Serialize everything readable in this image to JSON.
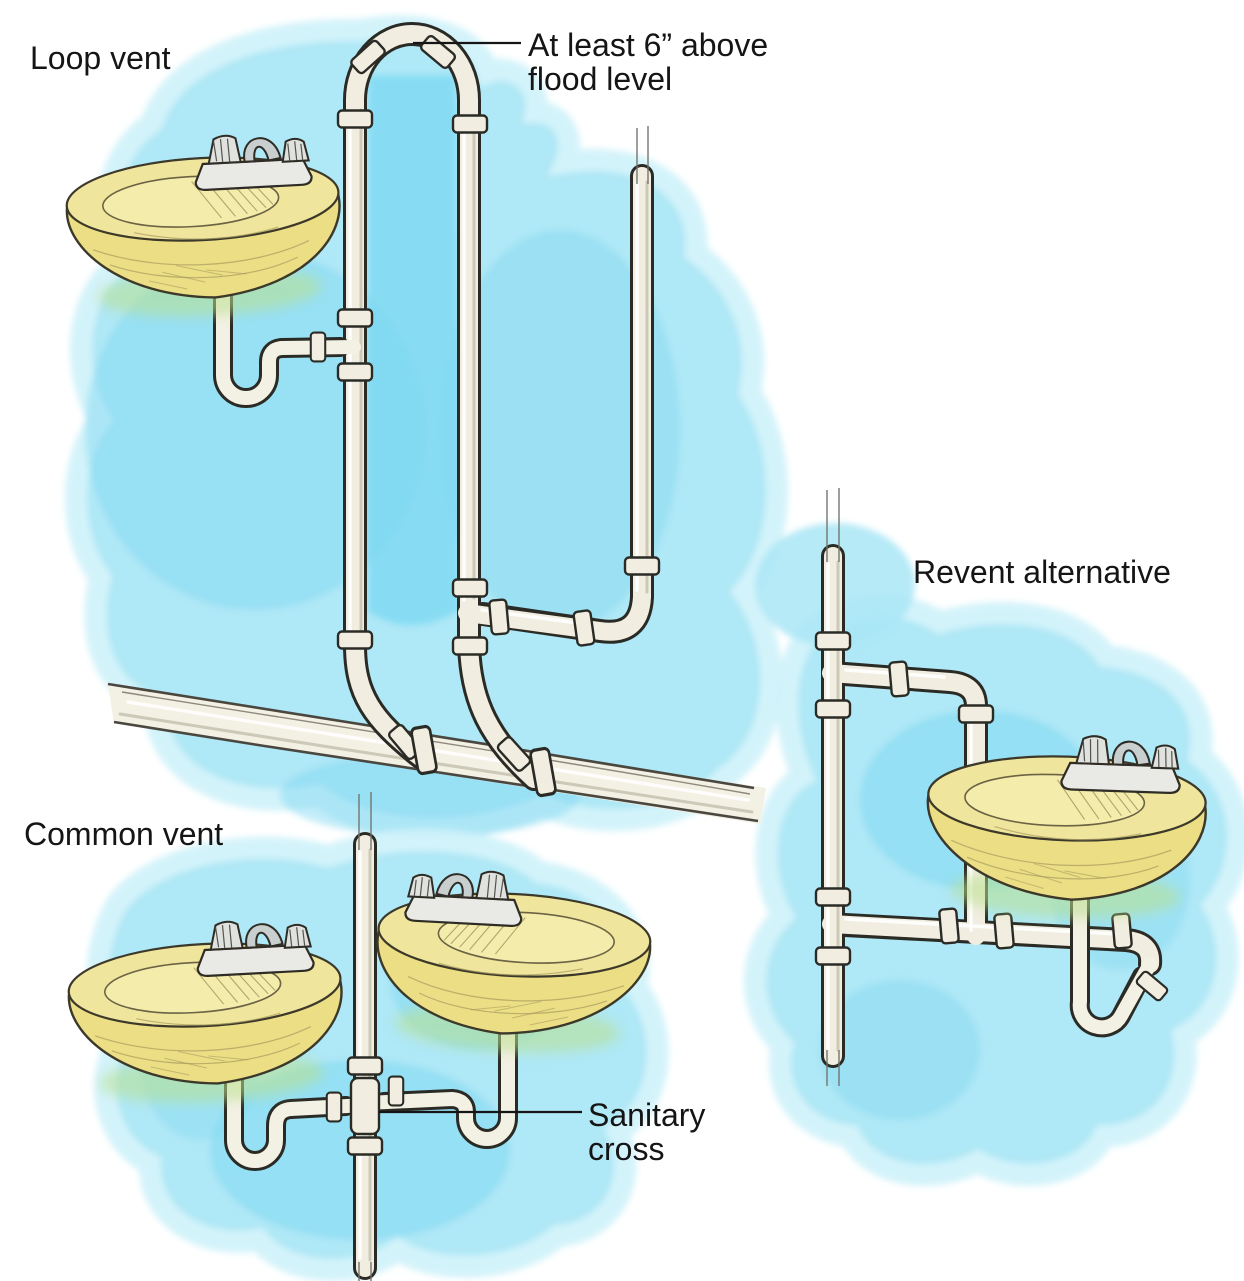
{
  "figure": {
    "subject": "Sink drain venting options illustration",
    "style": "hand-drawn watercolor"
  },
  "labels": {
    "loop_vent": "Loop vent",
    "flood_line1": "At least 6” above",
    "flood_line2": "flood level",
    "common_vent": "Common vent",
    "sanitary_line1": "Sanitary",
    "sanitary_line2": "cross",
    "revent": "Revent alternative"
  },
  "colors": {
    "background": "#ffffff",
    "watercolor": "#a9e6f6",
    "watercolor_deep": "#76d7f2",
    "watercolor_light": "#d0f2fa",
    "pipe_fill": "#f1eee1",
    "pipe_outline": "#2b2b26",
    "sink_yellow": "#ebde84",
    "sink_basin": "#f3ecab",
    "sink_shadow_green": "#b9e08c",
    "faucet_gray": "#e9eae6",
    "text": "#151515"
  }
}
